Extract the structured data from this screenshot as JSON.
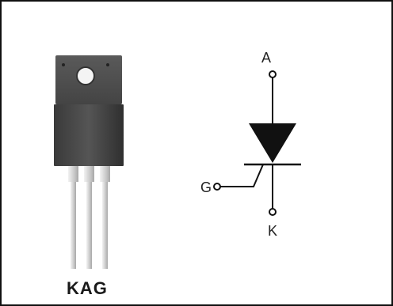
{
  "terminals": {
    "anode": "A",
    "gate": "G",
    "cathode": "K"
  },
  "package": {
    "pin_order_label": "KAG"
  },
  "colors": {
    "body": "#4a4a4a",
    "leads": "#d9d9d9",
    "symbol": "#111111"
  }
}
